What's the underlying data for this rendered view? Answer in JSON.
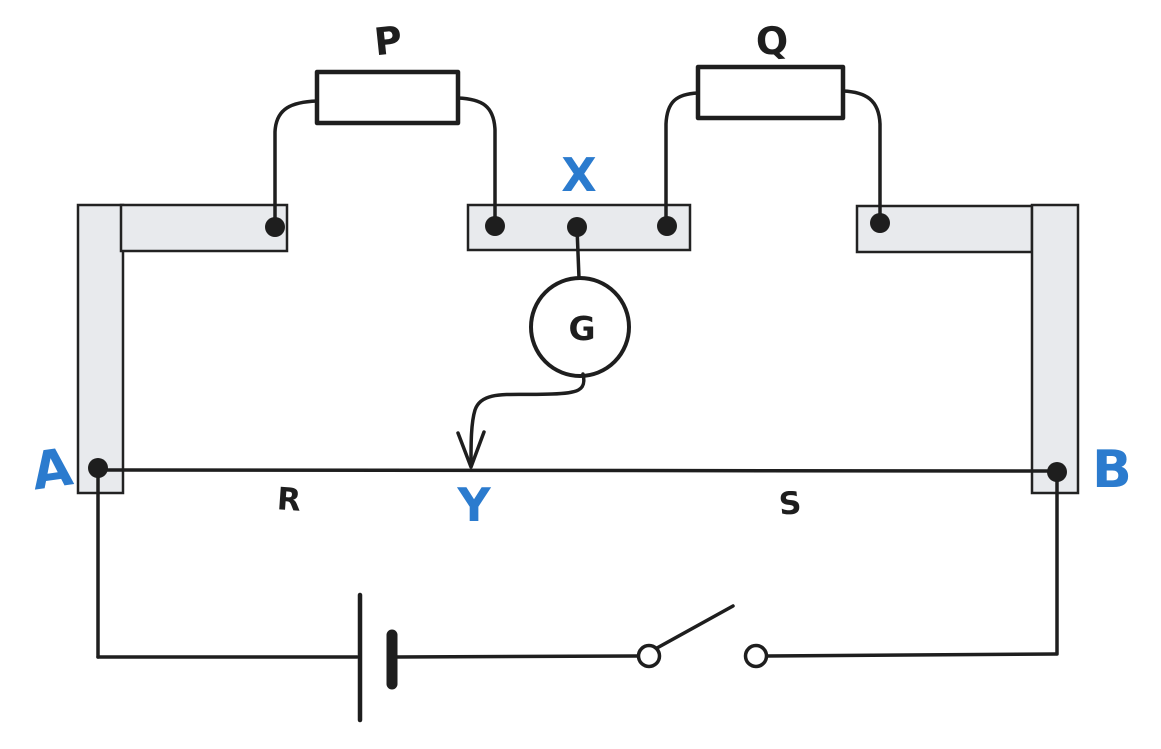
{
  "diagram": {
    "labels": {
      "resistor_p": "P",
      "resistor_q": "Q",
      "node_x": "X",
      "galvanometer": "G",
      "node_a": "A",
      "node_b": "B",
      "segment_r": "R",
      "node_y": "Y",
      "segment_s": "S"
    },
    "colors": {
      "ink": "#1e1e1e",
      "label_blue": "#2b7bce",
      "strip_fill": "#e8eaed",
      "strip_stroke": "#222222",
      "background": "#ffffff"
    }
  }
}
